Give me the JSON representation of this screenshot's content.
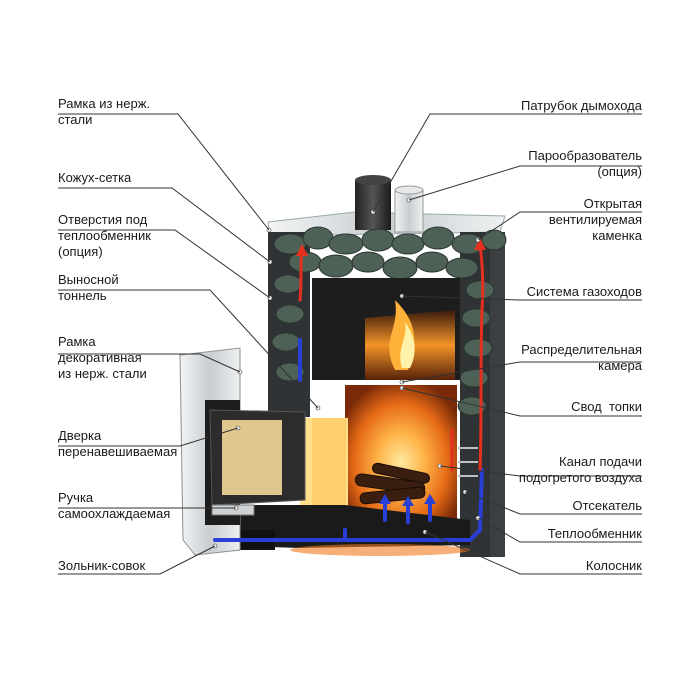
{
  "labels_left": [
    {
      "key": "frame_steel",
      "lines": [
        "Рамка из нерж.",
        "стали"
      ]
    },
    {
      "key": "mesh_casing",
      "lines": [
        "Кожух-сетка"
      ]
    },
    {
      "key": "hx_holes",
      "lines": [
        "Отверстия под",
        " теплообменник",
        "(опция)"
      ]
    },
    {
      "key": "remote_tunnel",
      "lines": [
        "Выносной",
        "тоннель"
      ]
    },
    {
      "key": "deco_frame",
      "lines": [
        "Рамка",
        "декоративная",
        "из нерж. стали"
      ]
    },
    {
      "key": "door",
      "lines": [
        "Дверка",
        "перенавешиваемая"
      ]
    },
    {
      "key": "handle",
      "lines": [
        "Ручка",
        "самоохлаждаемая"
      ]
    },
    {
      "key": "ash_pan",
      "lines": [
        "Зольник-совок"
      ]
    }
  ],
  "labels_right": [
    {
      "key": "chimney_pipe",
      "lines": [
        "Патрубок дымохода"
      ]
    },
    {
      "key": "steam_gen",
      "lines": [
        "Парообразователь",
        "(опция)"
      ]
    },
    {
      "key": "open_heater",
      "lines": [
        "Открытая",
        "вентилируемая",
        "каменка"
      ]
    },
    {
      "key": "flue_system",
      "lines": [
        "Система газоходов"
      ]
    },
    {
      "key": "dist_chamber",
      "lines": [
        "Распределительная",
        "камера"
      ]
    },
    {
      "key": "firebox_vault",
      "lines": [
        "Свод  топки"
      ]
    },
    {
      "key": "air_channel",
      "lines": [
        "Канал подачи",
        "подогретого воздуха"
      ]
    },
    {
      "key": "cutoff",
      "lines": [
        "Отсекатель"
      ]
    },
    {
      "key": "heat_exchanger",
      "lines": [
        "Теплообменник"
      ]
    },
    {
      "key": "grate",
      "lines": [
        "Колосник"
      ]
    }
  ],
  "colors": {
    "stone": "#4a5a52",
    "fire": "#f07a20",
    "flow_blue": "#2a3fd6",
    "flow_red": "#e53020",
    "steel": "#d8dcde"
  }
}
